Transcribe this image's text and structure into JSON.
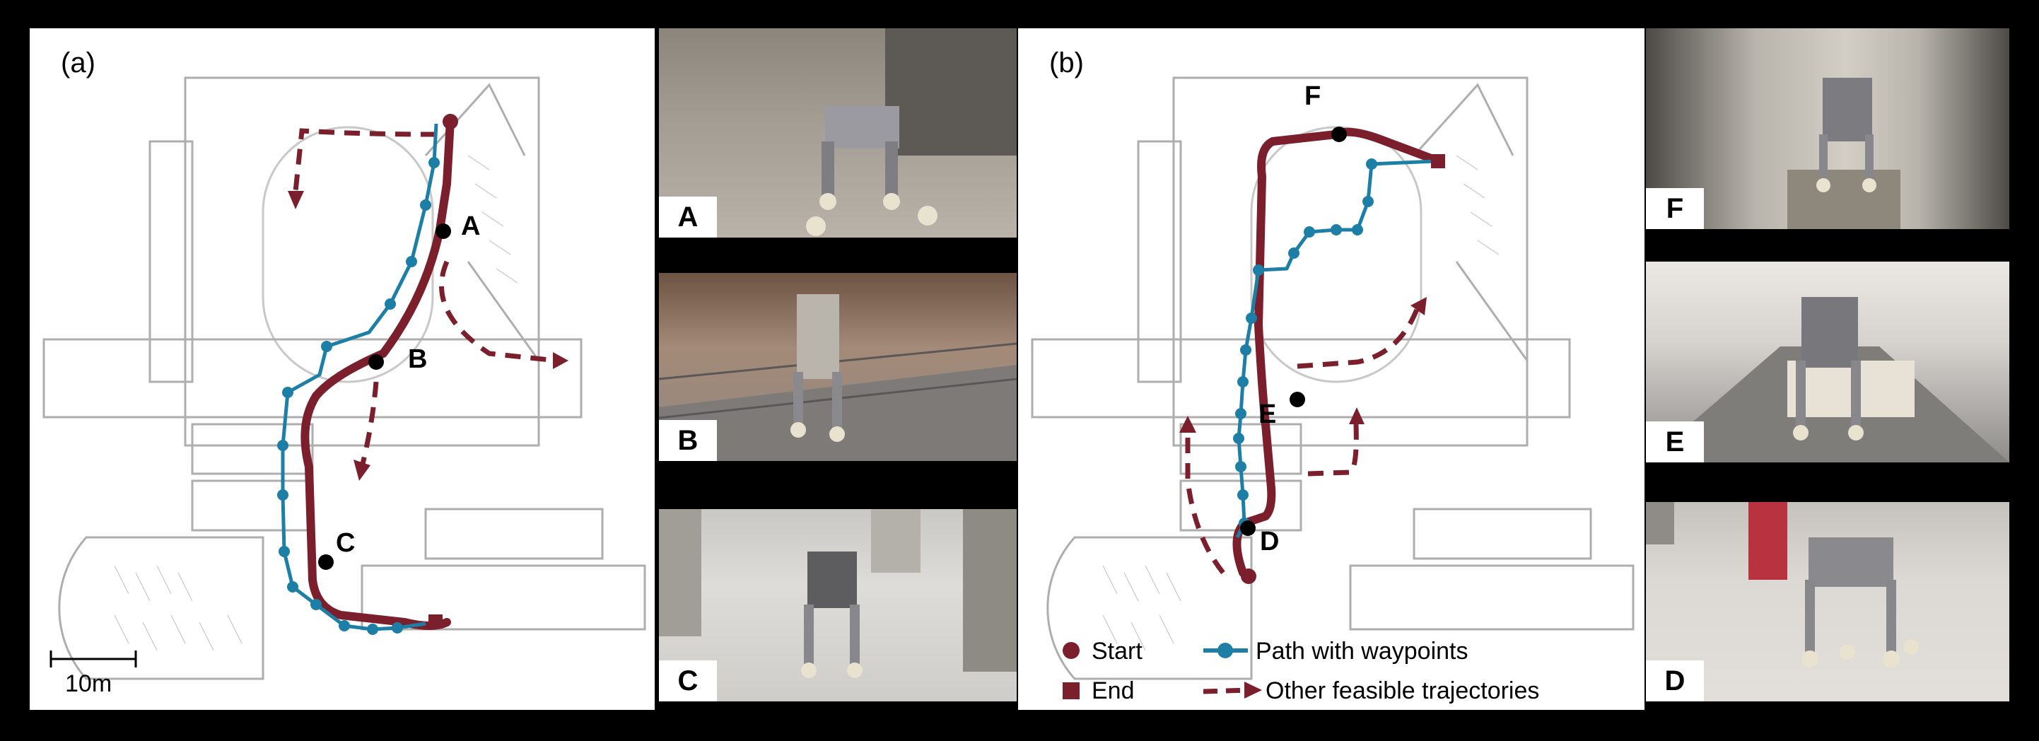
{
  "panel_a": {
    "label": "(a)",
    "points": [
      "A",
      "B",
      "C"
    ],
    "scale_label": "10m"
  },
  "panel_b": {
    "label": "(b)",
    "points": [
      "F",
      "E",
      "D"
    ]
  },
  "legend": {
    "start": "Start",
    "end": "End",
    "path": "Path with waypoints",
    "other": "Other feasible trajectories"
  },
  "photo_tags": {
    "A": "A",
    "B": "B",
    "C": "C",
    "F": "F",
    "E": "E",
    "D": "D"
  },
  "colors": {
    "trajectory": "#7b1f2c",
    "waypoint_path": "#1d7fa6",
    "marker": "#000000",
    "background": "#000000"
  }
}
